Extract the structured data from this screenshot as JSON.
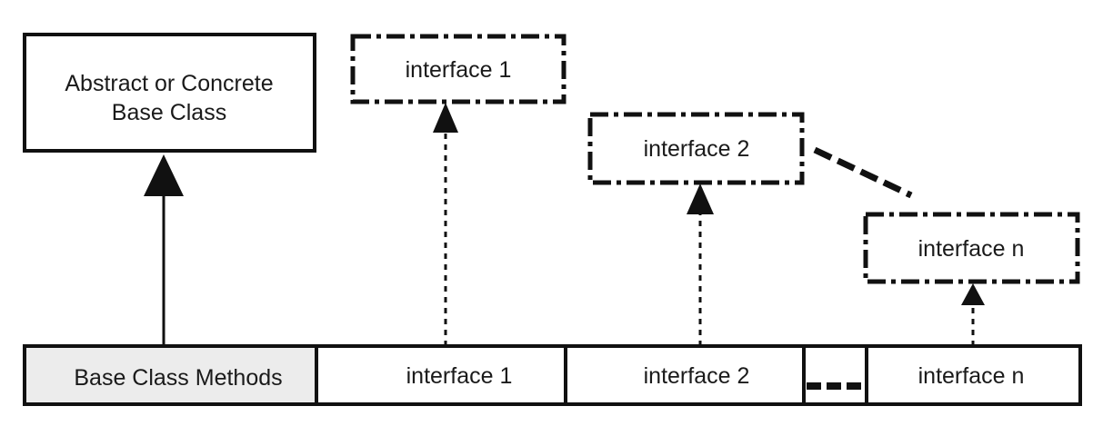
{
  "diagram": {
    "base_class": {
      "line1": "Abstract or Concrete",
      "line2": "Base Class"
    },
    "interfaces": {
      "i1": "interface 1",
      "i2": "interface 2",
      "in": "interface n"
    },
    "methods_bar": {
      "base_methods": "Base Class Methods",
      "i1": "interface 1",
      "i2": "interface 2",
      "in": "interface n"
    }
  },
  "colors": {
    "stroke": "#111111",
    "base_methods_fill": "#ececec",
    "background": "#ffffff"
  }
}
